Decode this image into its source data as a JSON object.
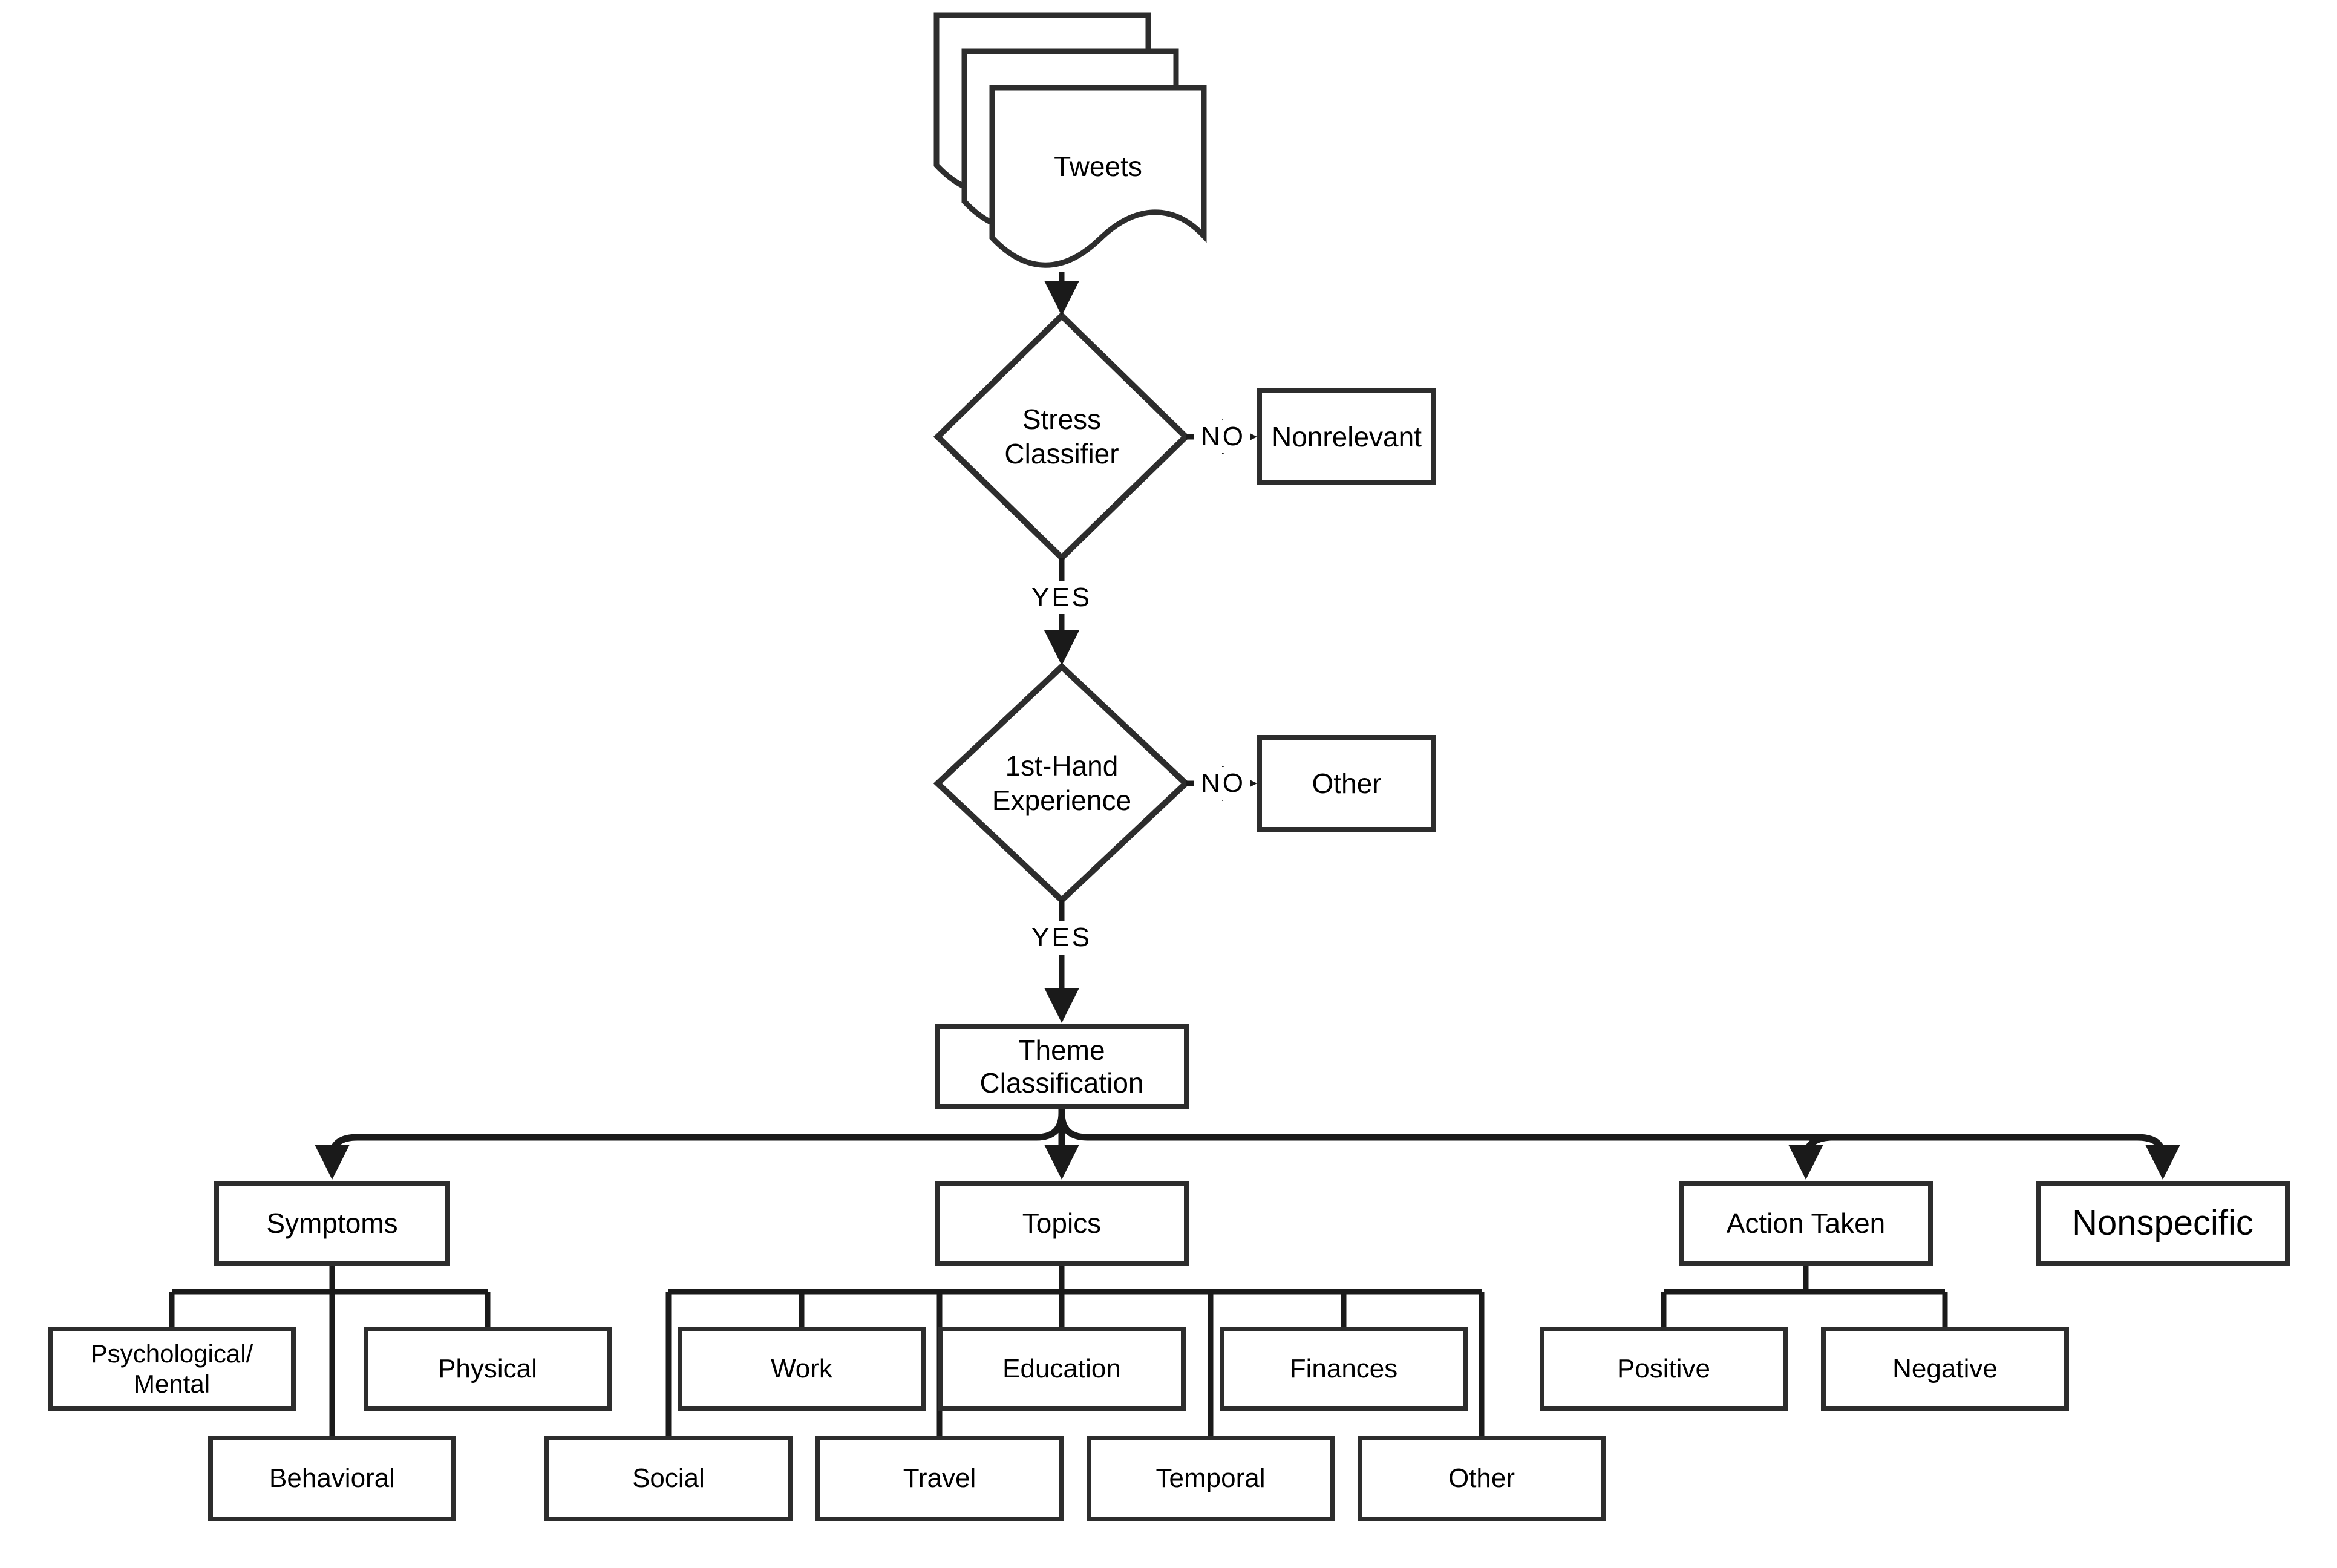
{
  "diagram": {
    "source": {
      "label": "Tweets"
    },
    "decision1": {
      "line1": "Stress",
      "line2": "Classifier"
    },
    "decision2": {
      "line1": "1st-Hand",
      "line2": "Experience"
    },
    "edges": {
      "no1": "NO",
      "yes1": "YES",
      "no2": "NO",
      "yes2": "YES"
    },
    "terminals": {
      "nonrelevant": "Nonrelevant",
      "other": "Other"
    },
    "theme": {
      "line1": "Theme",
      "line2": "Classification"
    },
    "categories": {
      "symptoms": "Symptoms",
      "topics": "Topics",
      "action_taken": "Action Taken",
      "nonspecific": "Nonspecific"
    },
    "symptoms_children": {
      "psychological_line1": "Psychological/",
      "psychological_line2": "Mental",
      "physical": "Physical",
      "behavioral": "Behavioral"
    },
    "topics_children": {
      "work": "Work",
      "education": "Education",
      "finances": "Finances",
      "social": "Social",
      "travel": "Travel",
      "temporal": "Temporal",
      "other": "Other"
    },
    "action_children": {
      "positive": "Positive",
      "negative": "Negative"
    },
    "colors": {
      "background": "#ffffff",
      "line": "#1a1a1a",
      "box_border": "#2d2d2d",
      "text": "#000000"
    }
  }
}
